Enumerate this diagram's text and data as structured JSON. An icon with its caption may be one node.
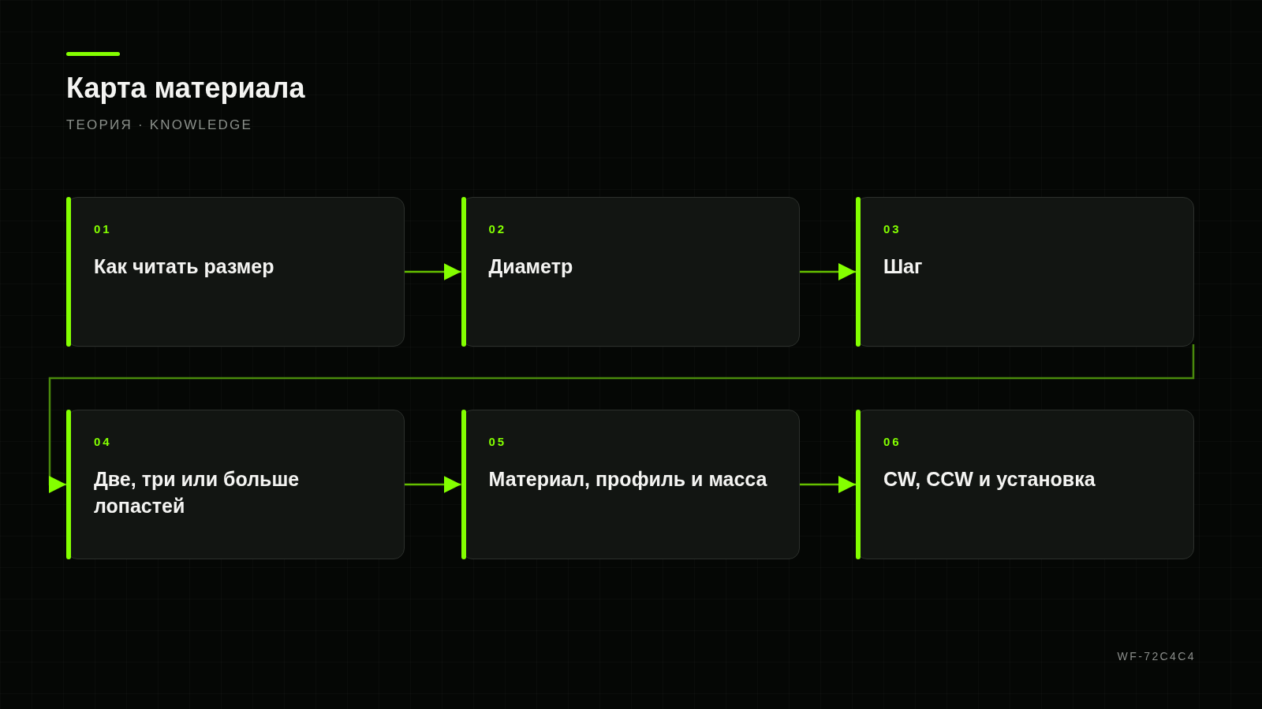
{
  "diagram": {
    "title": "Карта материала",
    "nodes": [
      {
        "text": [
          "01",
          "Как читать размер"
        ]
      },
      {
        "text": [
          "02",
          "Диаметр"
        ]
      },
      {
        "text": [
          "03",
          "Шаг"
        ]
      },
      {
        "text": [
          "04",
          "Две, три или больше лопастей"
        ]
      },
      {
        "text": [
          "05",
          "Материал, профиль и масса"
        ]
      },
      {
        "text": [
          "06",
          "CW, CCW и установка"
        ]
      }
    ],
    "edges": [
      {
        "from": 0,
        "to": 1,
        "arrow": "to"
      },
      {
        "from": 1,
        "to": 2,
        "arrow": "to"
      },
      {
        "from": 2,
        "to": 3,
        "arrow": "to",
        "color": "#4a8a0c"
      },
      {
        "from": 3,
        "to": 4,
        "arrow": "to"
      },
      {
        "from": 4,
        "to": 5,
        "arrow": "to"
      }
    ],
    "labels": [
      "ТЕОРИЯ · KNOWLEDGE",
      "WF-72C4C4"
    ]
  }
}
